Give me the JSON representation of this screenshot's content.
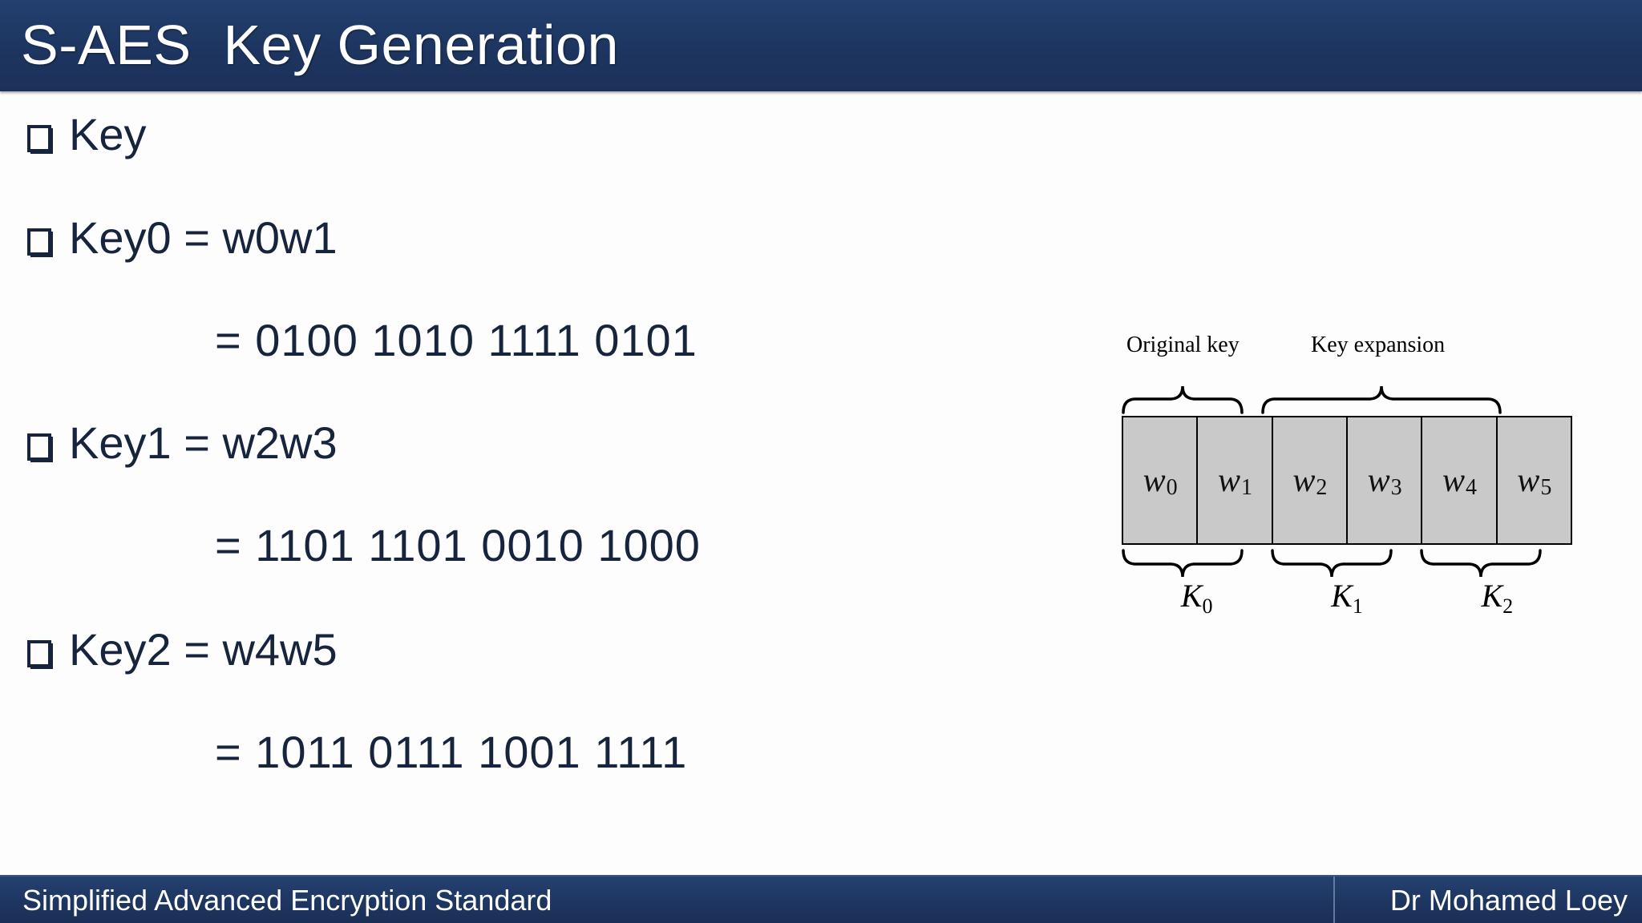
{
  "slide": {
    "title": "S-AES  Key Generation",
    "background_color": "#fdfdfd",
    "accent_color": "#1f3864",
    "text_color": "#17243d"
  },
  "content": {
    "bullets": [
      {
        "marker": "❑",
        "text": "Key"
      },
      {
        "marker": "❑",
        "text": "Key0 = w0w1"
      },
      {
        "marker": "❑",
        "text": "Key1 = w2w3"
      },
      {
        "marker": "❑",
        "text": "Key2 = w4w5"
      }
    ],
    "values": [
      "= 0100 1010 1111 0101",
      "= 1101 1101 0010 1000",
      "= 1011 0111 1001 1111"
    ]
  },
  "diagram": {
    "captions": {
      "original": "Original key",
      "expansion": "Key expansion"
    },
    "words": [
      {
        "base": "w",
        "sub": "0"
      },
      {
        "base": "w",
        "sub": "1"
      },
      {
        "base": "w",
        "sub": "2"
      },
      {
        "base": "w",
        "sub": "3"
      },
      {
        "base": "w",
        "sub": "4"
      },
      {
        "base": "w",
        "sub": "5"
      }
    ],
    "keys": [
      {
        "base": "K",
        "sub": "0"
      },
      {
        "base": "K",
        "sub": "1"
      },
      {
        "base": "K",
        "sub": "2"
      }
    ],
    "cell_fill": "#c9c9c9"
  },
  "footer": {
    "left": "Simplified Advanced Encryption Standard",
    "right": "Dr Mohamed Loey"
  }
}
